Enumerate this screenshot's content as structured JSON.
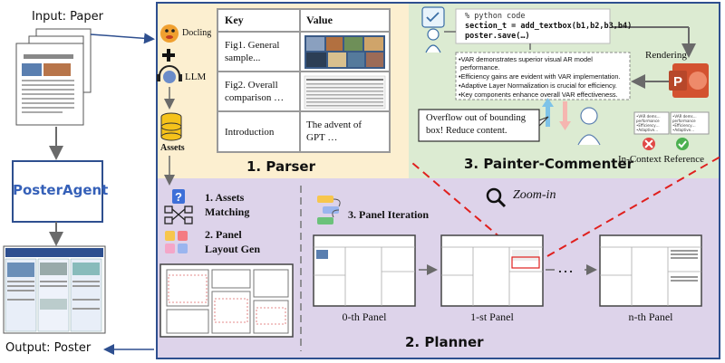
{
  "input_label": "Input: Paper",
  "output_label": "Output: Poster",
  "agent_name": "PosterAgent",
  "parser": {
    "title": "1.   Parser",
    "docling": "Docling",
    "llm": "LLM",
    "assets": "Assets",
    "table_headers": [
      "Key",
      "Value"
    ],
    "rows": [
      {
        "key_line1": "Fig1. General",
        "key_line2": "sample...",
        "value_line1": "",
        "value_line2": ""
      },
      {
        "key_line1": "Fig2. Overall",
        "key_line2": "comparison …",
        "value_line1": "",
        "value_line2": ""
      },
      {
        "key_line1": "Introduction",
        "key_line2": "",
        "value_line1": "The advent of",
        "value_line2": "GPT …"
      }
    ]
  },
  "painter": {
    "title": "3. Painter-Commenter",
    "code_line1": "% python code",
    "code_line2": "section_t = add_textbox(b1,b2,b3,b4)",
    "code_line3": "poster.save(…)",
    "bullets": [
      "•VAR demonstrates superior visual AR model",
      "performance.",
      "•Efficiency gains are evident with VAR implementation.",
      "•Adaptive Layer Normalization is crucial for efficiency.",
      "•Key components enhance overall VAR effectiveness."
    ],
    "rendering": "Rendering",
    "comment_line1": "Overflow out of bounding",
    "comment_line2": "box! Reduce content.",
    "in_context": "In-Context Reference",
    "mini_card": [
      "•VAR dems…",
      "performance",
      "•Efficiency…",
      "•Adaptive…"
    ]
  },
  "planner": {
    "title": "2. Planner",
    "step1_line1": "1. Assets",
    "step1_line2": "Matching",
    "step2_line1": "2. Panel",
    "step2_line2": "Layout Gen",
    "step3": "3. Panel Iteration",
    "zoom": "Zoom-in",
    "panels": [
      "0-th Panel",
      "1-st Panel",
      "n-th Panel"
    ],
    "ellipsis": "…"
  },
  "colors": {
    "parser_bg": "#fcefd0",
    "painter_bg": "#dcebd2",
    "planner_bg": "#ddd3ea",
    "frame": "#2e4f8f",
    "agent_text": "#3560b8",
    "red_dash": "#e0201e"
  }
}
